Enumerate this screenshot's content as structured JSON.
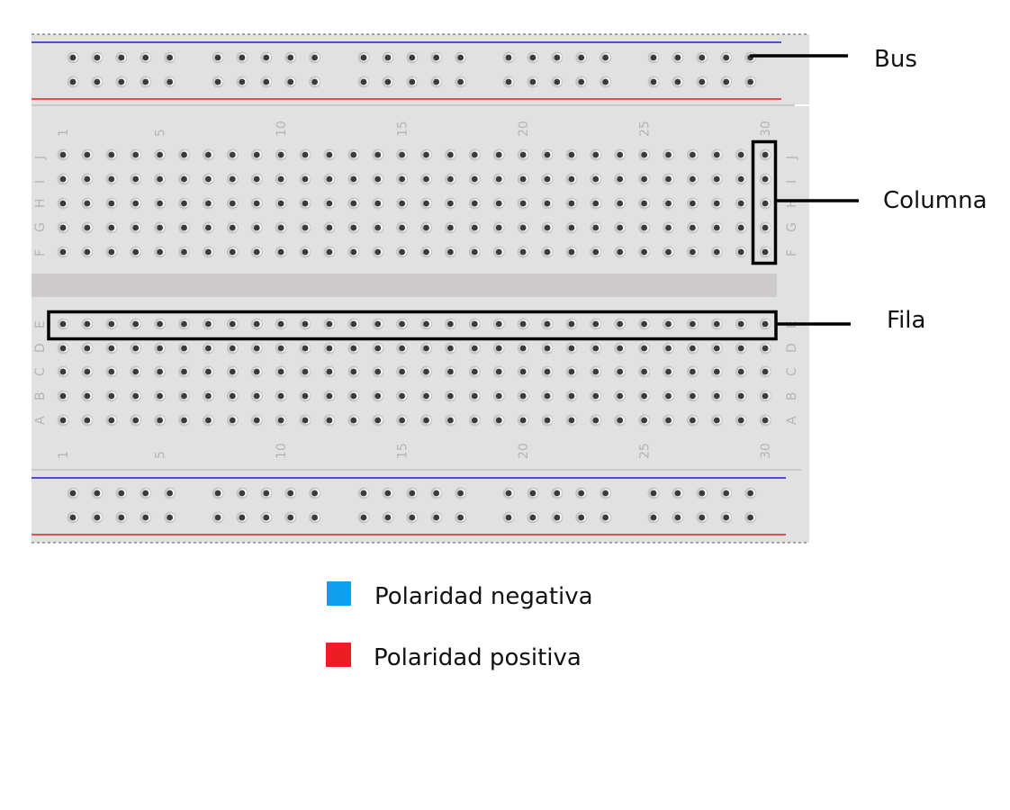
{
  "breadboard": {
    "column_numbers": [
      "1",
      "5",
      "10",
      "15",
      "20",
      "25",
      "30"
    ],
    "column_number_positions": [
      1,
      5,
      10,
      15,
      20,
      25,
      30
    ],
    "columns": 30,
    "top_rows": [
      "J",
      "I",
      "H",
      "G",
      "F"
    ],
    "bottom_rows": [
      "E",
      "D",
      "C",
      "B",
      "A"
    ],
    "bus_groups": 5,
    "bus_holes_per_group": 5,
    "colors": {
      "board": "#e1e1e1",
      "channel": "#cdcbcb",
      "hole": "#3a3a3a",
      "hole_ring": "#c6c6c6",
      "negative_rail": "#1f1fd0",
      "positive_rail": "#dd2020"
    }
  },
  "callouts": {
    "bus": "Bus",
    "columna": "Columna",
    "fila": "Fila"
  },
  "legend": {
    "negative": {
      "label": "Polaridad negativa",
      "color": "#0ea0ee"
    },
    "positive": {
      "label": "Polaridad positiva",
      "color": "#ee1c24"
    }
  }
}
